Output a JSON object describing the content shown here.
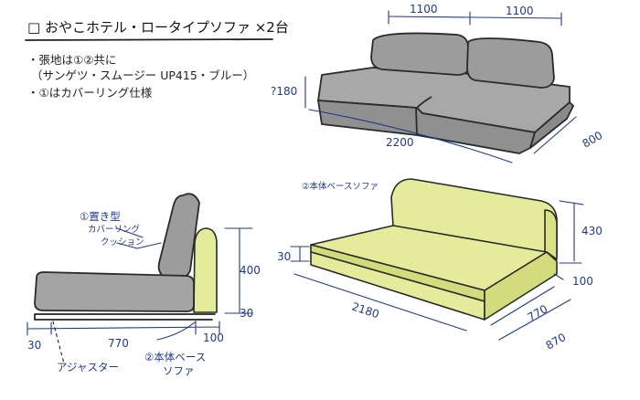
{
  "title": "□ おやこホテル・ロータイプソファ ×2台",
  "notes": [
    "・張地は①②共に",
    "（サンゲツ・スムージー UP415・ブルー）",
    "・①はカバーリング仕様"
  ],
  "top_sofa": {
    "width_left": "1100",
    "width_right": "1100",
    "height": "?180",
    "total_width": "2200",
    "depth": "800"
  },
  "base_sofa": {
    "label": "②本体ベースソファ",
    "height": "430",
    "seat": "30",
    "width": "2180",
    "depth_inner": "770",
    "back": "100",
    "depth": "870"
  },
  "side_view": {
    "cushion_label_1": "①置き型",
    "cushion_label_2": "カバーリング",
    "cushion_label_3": "クッション",
    "height": "400",
    "seat": "30",
    "front": "30",
    "depth": "770",
    "back": "100",
    "base_label_1": "②本体ベース",
    "base_label_2": "ソファ",
    "adjuster_label": "アジャスター"
  },
  "colors": {
    "ink_blue": "#1f3a8a",
    "cushion_gray": "#9c9c9c",
    "base_yellow": "#e4ec9c"
  }
}
